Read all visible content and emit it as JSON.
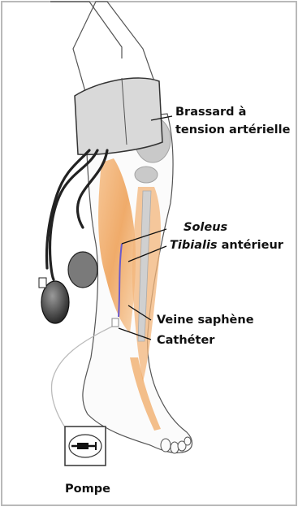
{
  "labels": {
    "brassard_line1": "Brassard à",
    "brassard_line2": "tension artérielle",
    "soleus": "Soleus",
    "tibialis_italic": "Tibialis",
    "tibialis_rest": " antérieur",
    "veine": "Veine saphène",
    "catheter": "Cathéter",
    "pompe": "Pompe"
  },
  "icons": {
    "cuff": "blood-pressure-cuff-icon",
    "bulb": "inflation-bulb-icon",
    "pump": "syringe-pump-icon"
  },
  "colors": {
    "frame": "#b9b9b9",
    "skin_outline": "#555555",
    "cuff_fill": "#d9d9d9",
    "muscle": "#f0a45a",
    "bone": "#bdbdbd",
    "vein": "#6a5acd",
    "tube": "#222222"
  }
}
